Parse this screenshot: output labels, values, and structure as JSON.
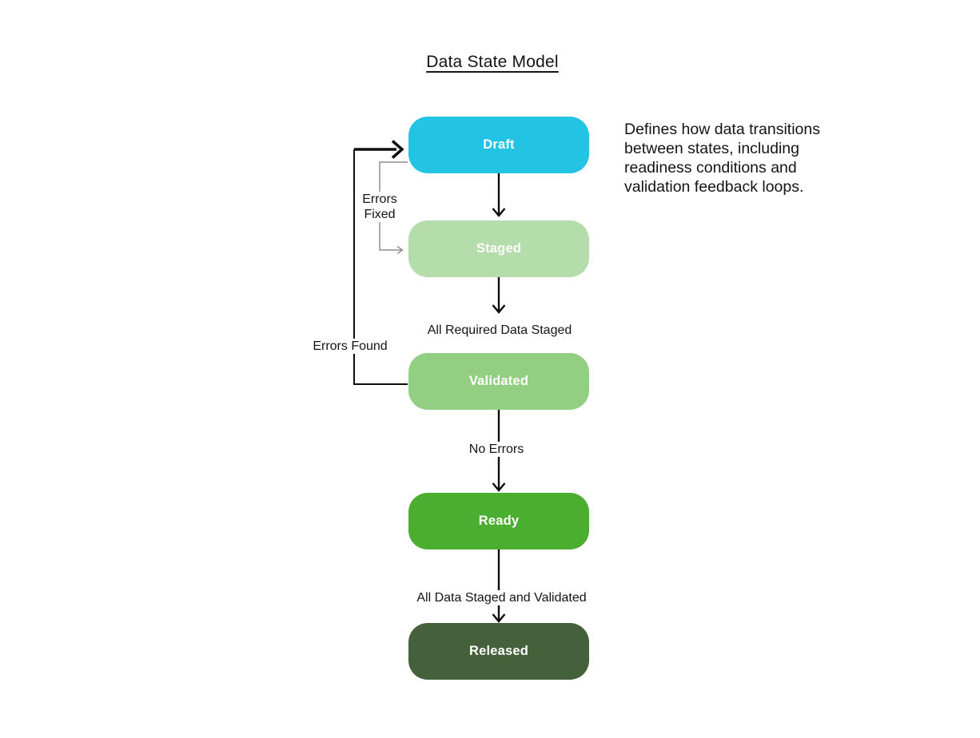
{
  "title": "Data State Model",
  "description": {
    "text": "Defines how data transitions between states, including readiness conditions and validation feedback loops.",
    "lines": [
      "Defines how data transitions",
      "between states, including",
      "readiness conditions and",
      "validation feedback loops."
    ]
  },
  "nodes": [
    {
      "id": "draft",
      "label": "Draft",
      "color": "#22c3e3"
    },
    {
      "id": "staged",
      "label": "Staged",
      "color": "#b5dcab"
    },
    {
      "id": "validated",
      "label": "Validated",
      "color": "#93cf83"
    },
    {
      "id": "ready",
      "label": "Ready",
      "color": "#4bae31"
    },
    {
      "id": "released",
      "label": "Released",
      "color": "#45613b"
    }
  ],
  "edges": [
    {
      "from": "Draft",
      "to": "Staged",
      "label": "",
      "type": "main"
    },
    {
      "from": "Staged",
      "to": "Validated",
      "label": "All Required Data Staged",
      "type": "main"
    },
    {
      "from": "Validated",
      "to": "Ready",
      "label": "No Errors",
      "type": "main"
    },
    {
      "from": "Ready",
      "to": "Released",
      "label": "All Data Staged and Validated",
      "type": "main"
    },
    {
      "from": "Draft",
      "to": "Staged",
      "label": "Errors Fixed",
      "type": "feedback"
    },
    {
      "from": "Validated",
      "to": "Draft",
      "label": "Errors Found",
      "type": "feedback"
    }
  ],
  "colors": {
    "background": "#ffffff",
    "line": "#0d0d0d",
    "feedback_line": "#8f8f8f",
    "text": "#141414",
    "node_text": "#ffffff"
  }
}
